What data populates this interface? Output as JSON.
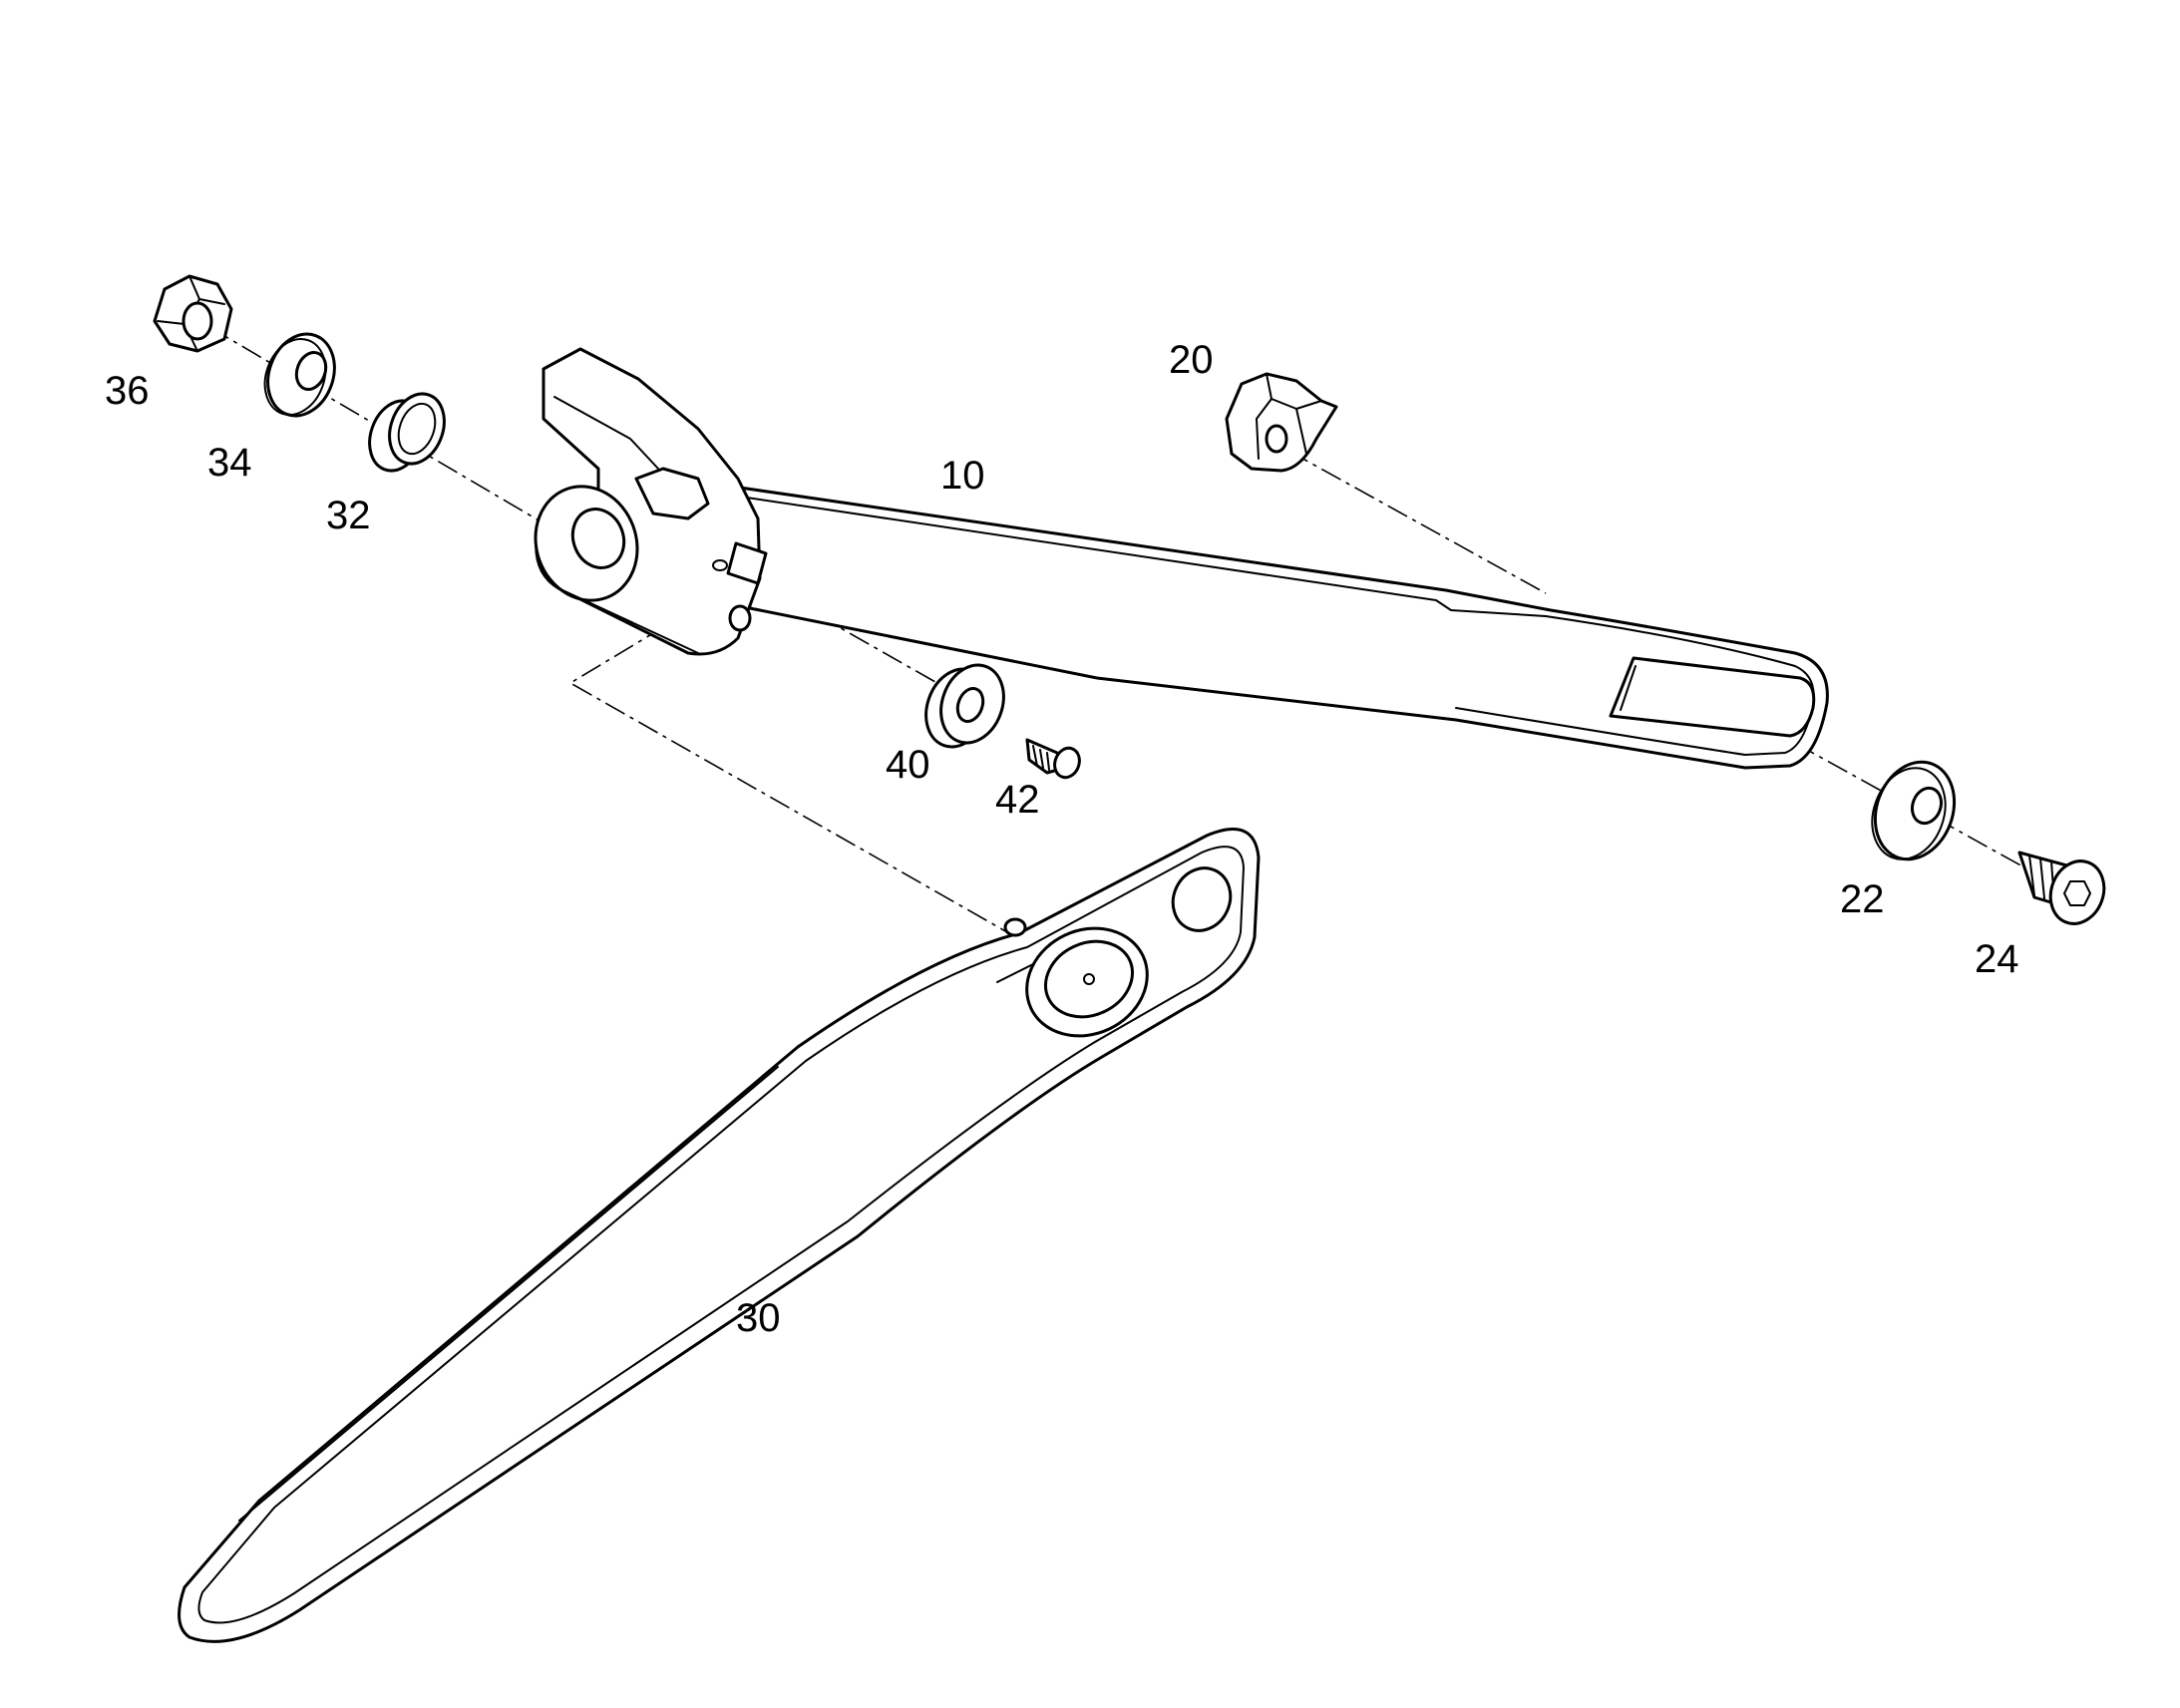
{
  "callouts": {
    "c10": "10",
    "c20": "20",
    "c22": "22",
    "c24": "24",
    "c30": "30",
    "c32": "32",
    "c34": "34",
    "c36": "36",
    "c40": "40",
    "c42": "42"
  },
  "icons": {
    "nut": "hex-nut-icon",
    "washer": "washer-icon",
    "bushing": "bushing-icon",
    "screw": "cap-screw-icon"
  }
}
